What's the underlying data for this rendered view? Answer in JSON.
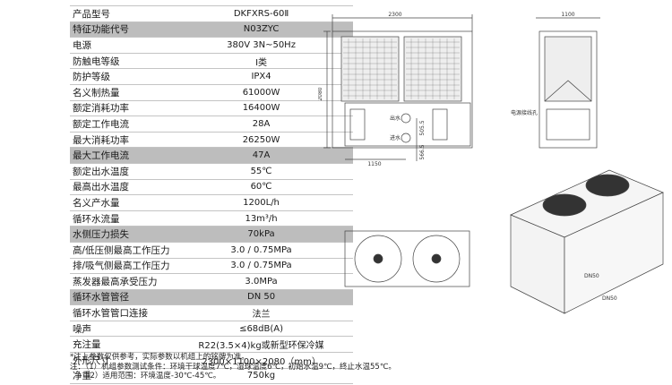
{
  "specs": [
    {
      "label": "产品型号",
      "value": "DKFXRS-60Ⅱ",
      "shaded": false
    },
    {
      "label": "特征功能代号",
      "value": "N03ZYC",
      "shaded": true
    },
    {
      "label": "电源",
      "value": "380V  3N~50Hz",
      "shaded": false
    },
    {
      "label": "防触电等级",
      "value": "Ⅰ类",
      "shaded": false
    },
    {
      "label": "防护等级",
      "value": "IPX4",
      "shaded": false
    },
    {
      "label": "名义制热量",
      "value": "61000W",
      "shaded": false
    },
    {
      "label": "额定消耗功率",
      "value": "16400W",
      "shaded": false
    },
    {
      "label": "额定工作电流",
      "value": "28A",
      "shaded": false
    },
    {
      "label": "最大消耗功率",
      "value": "26250W",
      "shaded": false
    },
    {
      "label": "最大工作电流",
      "value": "47A",
      "shaded": true
    },
    {
      "label": "额定出水温度",
      "value": "55℃",
      "shaded": false
    },
    {
      "label": "最高出水温度",
      "value": "60℃",
      "shaded": false
    },
    {
      "label": "名义产水量",
      "value": "1200L/h",
      "shaded": false
    },
    {
      "label": "循环水流量",
      "value": "13m³/h",
      "shaded": false
    },
    {
      "label": "水侧压力损失",
      "value": "70kPa",
      "shaded": true
    },
    {
      "label": "高/低压侧最高工作压力",
      "value": "3.0 / 0.75MPa",
      "shaded": false
    },
    {
      "label": "排/吸气侧最高工作压力",
      "value": "3.0 / 0.75MPa",
      "shaded": false
    },
    {
      "label": "蒸发器最高承受压力",
      "value": "3.0MPa",
      "shaded": false
    },
    {
      "label": "循环水管管径",
      "value": "DN 50",
      "shaded": true
    },
    {
      "label": "循环水管管口连接",
      "value": "法兰",
      "shaded": false
    },
    {
      "label": "噪声",
      "value": "≤68dB(A)",
      "shaded": false
    },
    {
      "label": "充注量",
      "value": "R22(3.5×4)kg或新型环保冷媒",
      "shaded": false
    },
    {
      "label": "外形尺寸",
      "value": "2300×1100×2080（mm）",
      "shaded": false
    },
    {
      "label": "净重",
      "value": "750kg",
      "shaded": false
    }
  ],
  "notes": [
    "*注上参数仅供参考，实际参数以机组上的铭牌为准。",
    "注：（1）机组参数测试条件：环境干球温度7℃，湿球温度6℃，初始水温9℃，终止水温55℃。",
    "（2）适用范围：环境温度-30℃-45℃。"
  ],
  "drawing": {
    "front_width": "2300",
    "height": "2080",
    "side_width": "1100",
    "bottom_width": "1150",
    "pipe_spacing": "505.5",
    "pipe_height": "566.5",
    "outlet_label": "出水",
    "inlet_label": "进水",
    "electric_label": "电源接线孔",
    "dn_top": "DN50",
    "dn_bottom": "DN50"
  }
}
